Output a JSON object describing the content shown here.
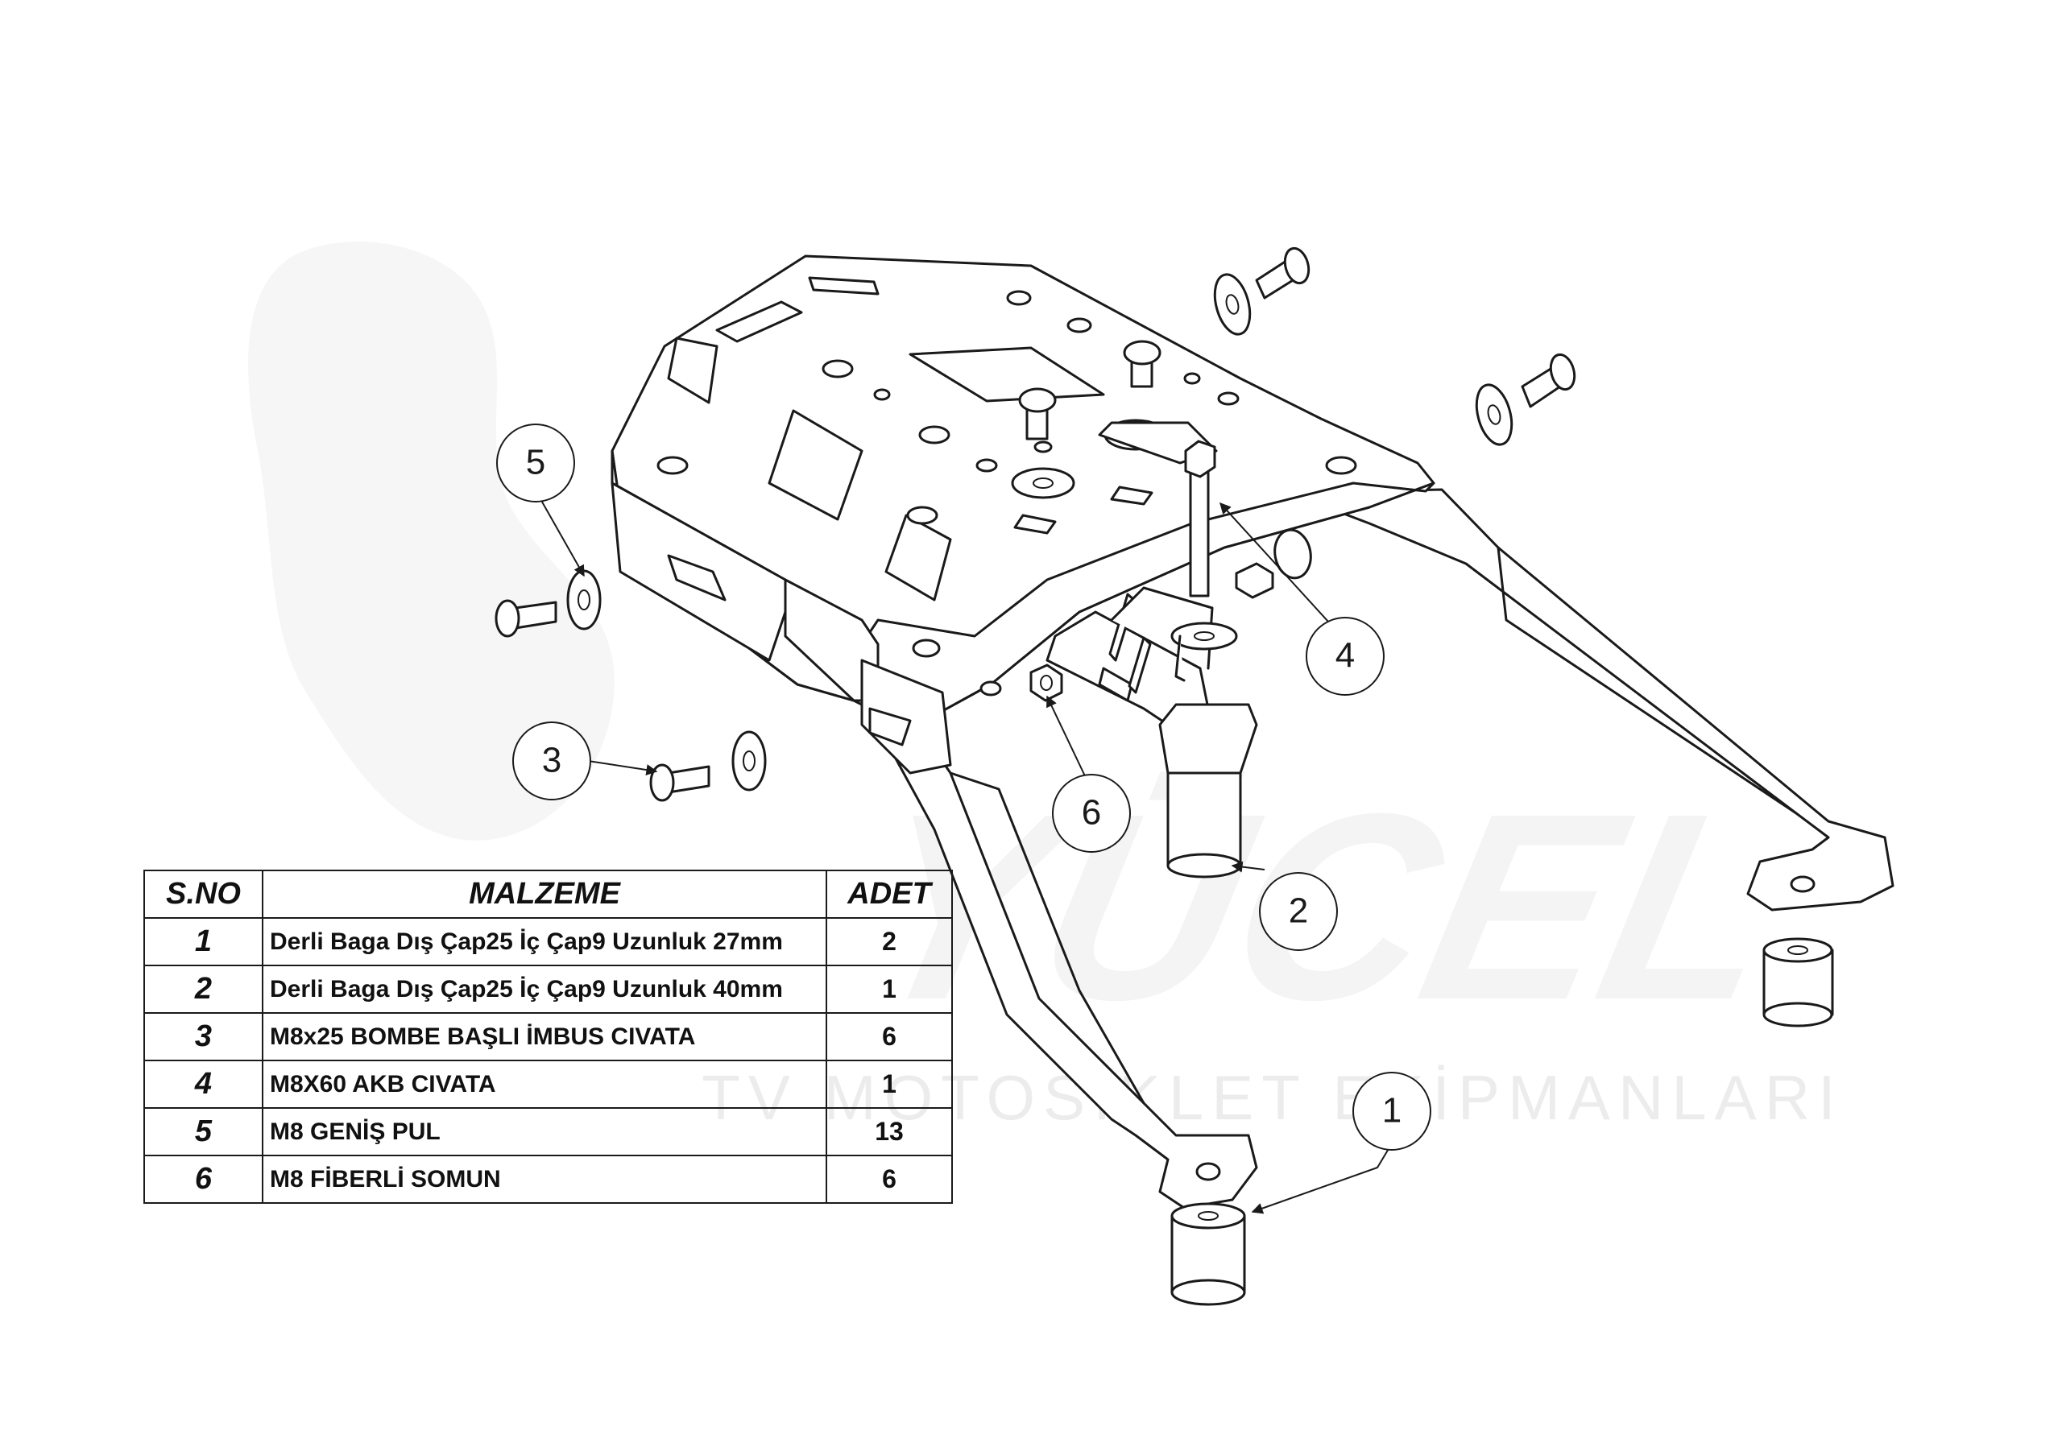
{
  "watermark": {
    "brand": "YÜCEL",
    "tagline": "TV MOTOSİKLET EKİPMANLARI"
  },
  "callouts": [
    "1",
    "2",
    "3",
    "4",
    "5",
    "6"
  ],
  "table": {
    "headers": [
      "S.NO",
      "MALZEME",
      "ADET"
    ],
    "rows": [
      {
        "no": "1",
        "name": "Derli Baga Dış Çap25 İç Çap9 Uzunluk 27mm",
        "qty": "2"
      },
      {
        "no": "2",
        "name": "Derli Baga Dış Çap25 İç Çap9 Uzunluk 40mm",
        "qty": "1"
      },
      {
        "no": "3",
        "name": "M8x25 BOMBE BAŞLI İMBUS CIVATA",
        "qty": "6"
      },
      {
        "no": "4",
        "name": "M8X60 AKB CIVATA",
        "qty": "1"
      },
      {
        "no": "5",
        "name": "M8 GENİŞ PUL",
        "qty": "13"
      },
      {
        "no": "6",
        "name": "M8 FİBERLİ SOMUN",
        "qty": "6"
      }
    ]
  }
}
